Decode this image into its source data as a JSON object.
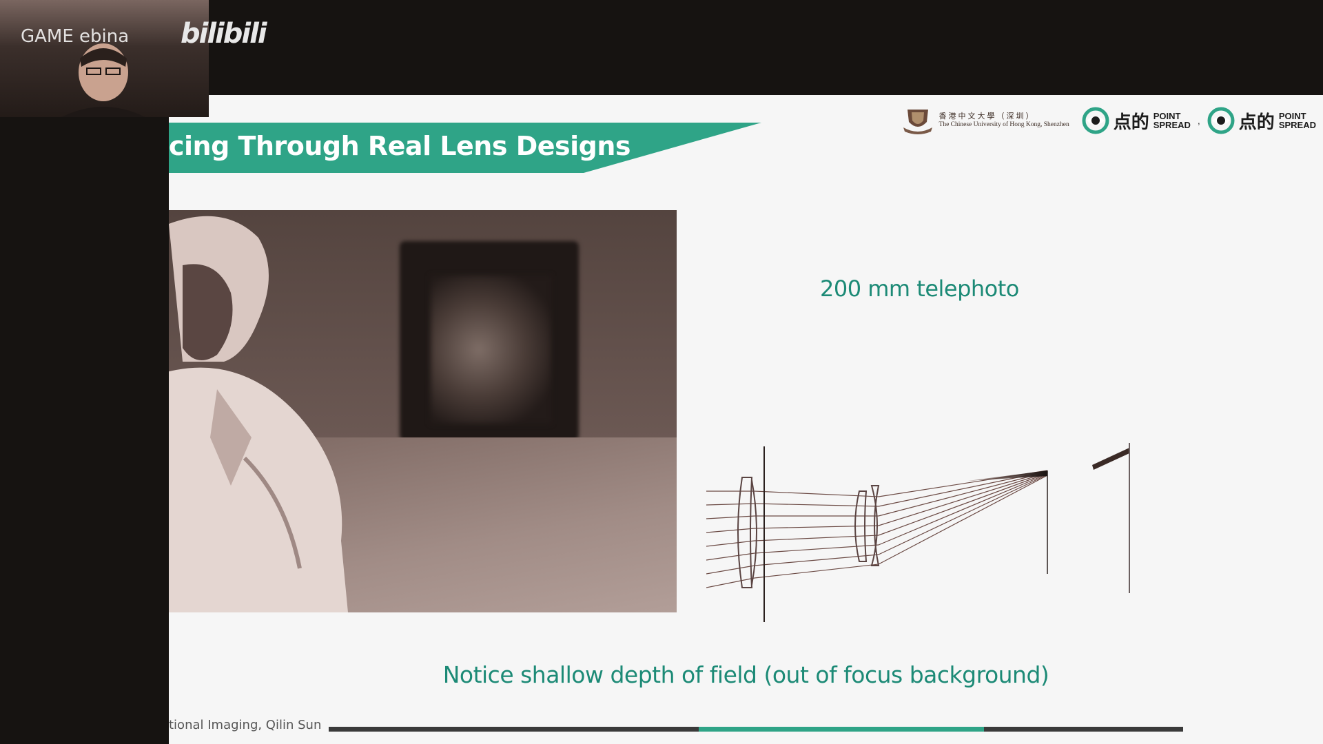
{
  "overlay": {
    "cam_text": "GAME ebina",
    "platform_logo": "bilibili"
  },
  "slide": {
    "title": "cing Through Real Lens Designs",
    "logos": {
      "cuhk_cn": "香港中文大學（深圳）",
      "cuhk_en": "The Chinese University of Hong Kong, Shenzhen",
      "pointspread_cn": "点的",
      "pointspread_en_1": "POINT",
      "pointspread_en_2": "SPREAD",
      "separator": ","
    },
    "lens_label": "200 mm telephoto",
    "caption": "Notice shallow depth of field (out of focus background)",
    "footer": "tional Imaging, Qilin Sun",
    "progress_fraction": 0.6
  },
  "colors": {
    "accent": "#2fa487",
    "caption": "#1c8a76",
    "background": "#f6f6f6",
    "screen_bg": "#161311"
  },
  "icons": [
    "cuhk-crest-icon",
    "pointspread-eye-icon",
    "bilibili-logo-icon"
  ]
}
